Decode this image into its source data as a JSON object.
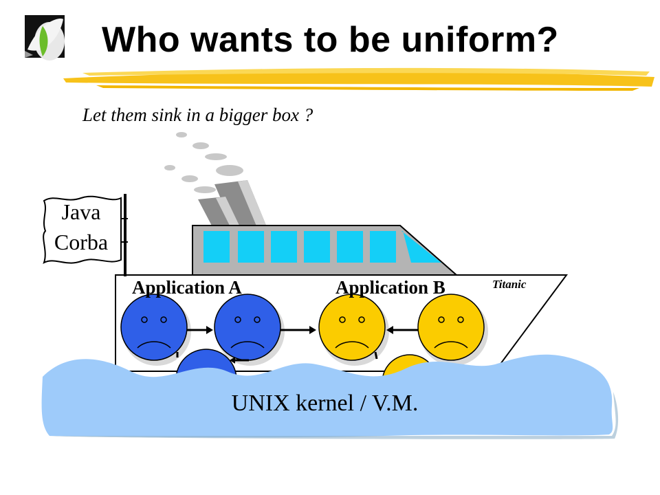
{
  "slide": {
    "title": "Who wants to be uniform?",
    "subtitle": "Let them sink in a bigger box ?"
  },
  "diagram": {
    "flag": {
      "line1": "Java",
      "line2": "Corba"
    },
    "ship_name": "Titanic",
    "applications": [
      {
        "label": "Application A",
        "color": "#2f5fe8"
      },
      {
        "label": "Application B",
        "color": "#fbcc00"
      }
    ],
    "sea_label": "UNIX kernel / V.M."
  },
  "colors": {
    "highlight": "#f7c21a",
    "sea": "#9ecbfa",
    "windows": "#14cff7",
    "hull": "#b4b4b4",
    "logo_green": "#6bbd2a"
  },
  "icons": [
    "logo-icon",
    "ship-icon",
    "sad-face-icon",
    "arrow-icon",
    "smoke-icon"
  ]
}
